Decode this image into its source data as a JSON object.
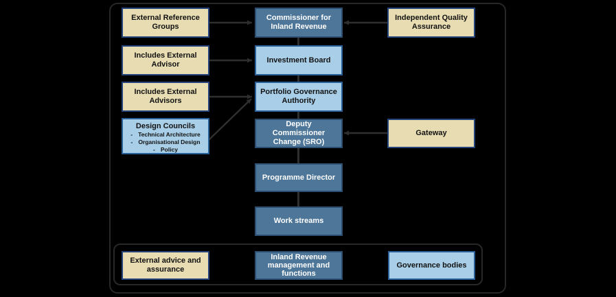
{
  "diagram": {
    "left_column": [
      {
        "label": "External Reference Groups",
        "type": "tan"
      },
      {
        "label": "Includes External Advisor",
        "type": "tan"
      },
      {
        "label": "Includes External Advisors",
        "type": "tan"
      },
      {
        "title": "Design Councils",
        "items": [
          "Technical Architecture",
          "Organisational Design",
          "Policy"
        ],
        "bullet": "-",
        "type": "light-blue"
      }
    ],
    "center_column": [
      {
        "label": "Commissioner for Inland Revenue",
        "type": "dark-blue"
      },
      {
        "label": "Investment Board",
        "type": "light-blue"
      },
      {
        "label": "Portfolio Governance Authority",
        "type": "light-blue"
      },
      {
        "label": "Deputy Commissioner Change (SRO)",
        "type": "dark-blue"
      },
      {
        "label": "Programme Director",
        "type": "dark-blue"
      },
      {
        "label": "Work streams",
        "type": "dark-blue"
      }
    ],
    "right_column": [
      {
        "label": "Independent Quality Assurance",
        "type": "tan"
      },
      {
        "label": "Gateway",
        "type": "tan"
      }
    ],
    "legend": [
      {
        "label": "External advice and assurance",
        "type": "tan"
      },
      {
        "label": "Inland Revenue management and functions",
        "type": "dark-blue"
      },
      {
        "label": "Governance bodies",
        "type": "light-blue"
      }
    ],
    "colors": {
      "background": "#000000",
      "tan_fill": "#e8dcb2",
      "tan_border": "#25437b",
      "dark_blue_fill": "#4d7699",
      "dark_blue_border": "#2c4e70",
      "light_blue_fill": "#a9cee7",
      "light_blue_border": "#2a6099",
      "connector": "#2f2f2f",
      "frame_border": "#282828",
      "text_dark": "#121212",
      "text_light": "#ffffff"
    }
  }
}
